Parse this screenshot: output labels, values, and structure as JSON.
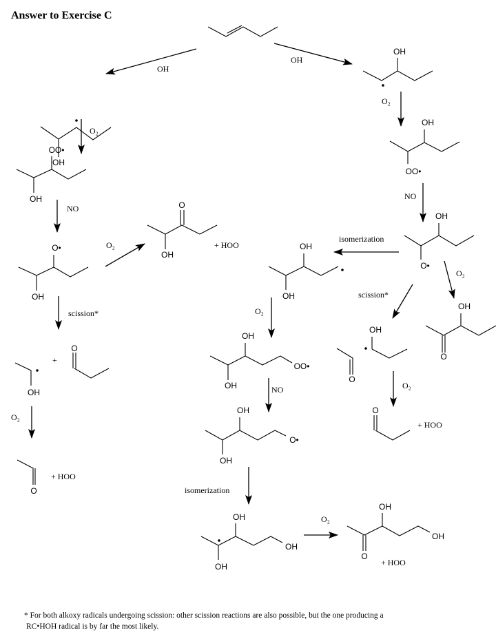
{
  "title": "Answer to Exercise C",
  "reagents": {
    "oh": "OH",
    "o2": "O₂",
    "no": "NO",
    "isomerization": "isomerization",
    "scission": "scission*",
    "plus": "+",
    "hoo": "+ HOO"
  },
  "atoms": {
    "oh": "OH",
    "o": "O",
    "oo_radical": "OO•",
    "o_radical": "O•"
  },
  "footnote": [
    "* For both alkoxy radicals undergoing scission: other scission reactions are also possible, but the one producing a",
    "RC•HOH radical is by far the most likely."
  ]
}
